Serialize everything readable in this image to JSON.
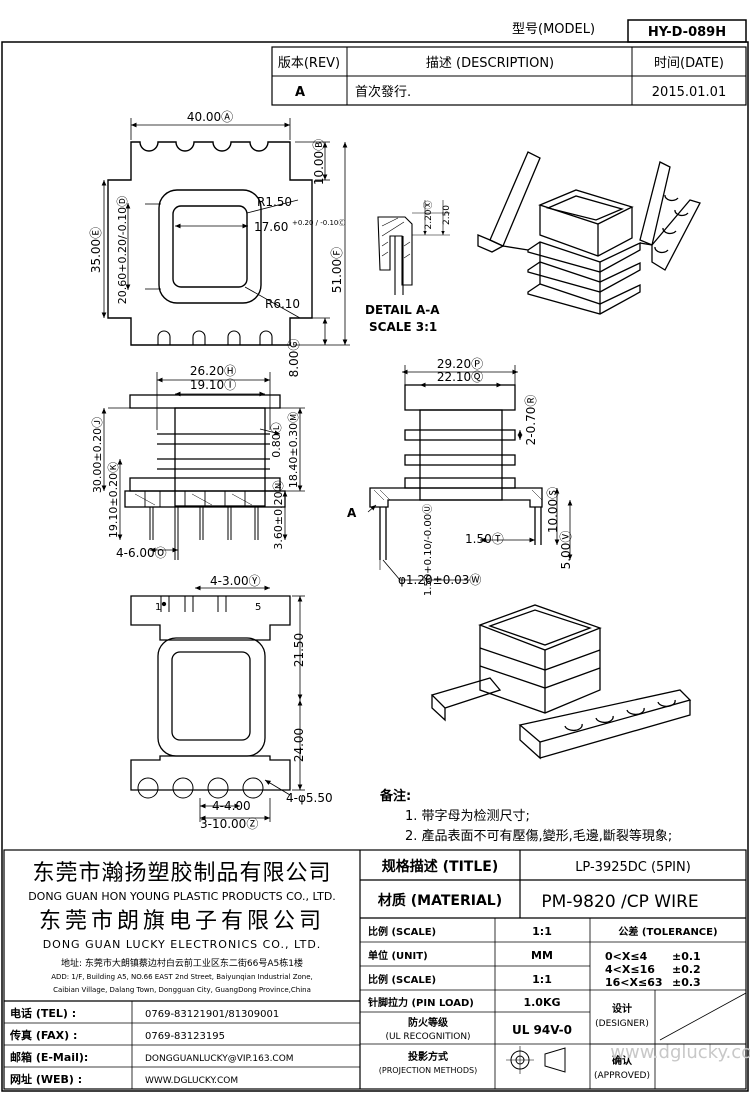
{
  "header": {
    "model_label": "型号(MODEL)",
    "model_value": "HY-D-089H",
    "rev_label": "版本(REV)",
    "desc_label": "描述 (DESCRIPTION)",
    "date_label": "时间(DATE)",
    "rev_value": "A",
    "desc_value": "首次發行.",
    "date_value": "2015.01.01"
  },
  "dims": {
    "d1": "40.00Ⓐ",
    "d2": "10.00Ⓑ",
    "d3": "R1.50",
    "d4": "17.60",
    "d4tol": "+0.20 / -0.10Ⓒ",
    "d5": "20.60+0.20/-0.10Ⓓ",
    "d6": "35.00Ⓔ",
    "d7": "51.00Ⓕ",
    "d8": "R6.10",
    "d9": "8.00Ⓖ",
    "d10": "26.20Ⓗ",
    "d11": "19.10Ⓘ",
    "d12": "30.00±0.20Ⓙ",
    "d13": "19.10±0.20Ⓚ",
    "d14": "0.80Ⓛ",
    "d15": "18.40±0.30Ⓜ",
    "d16": "3.60±0.20Ⓝ",
    "d17": "4-6.00Ⓞ",
    "d18": "29.20Ⓟ",
    "d19": "22.10Ⓠ",
    "d20": "2-0.70Ⓡ",
    "d21": "10.00Ⓢ",
    "d22": "1.50Ⓣ",
    "d23": "1.50+0.10/-0.00Ⓤ",
    "d24": "5.00Ⓥ",
    "d25": "φ1.20±0.03Ⓦ",
    "d26": "2.20Ⓧ",
    "d27": "2.50",
    "d28": "4-3.00Ⓨ",
    "d29": "21.50",
    "d30": "24.00",
    "d31": "4-φ5.50",
    "d32": "4-4.00",
    "d33": "3-10.00Ⓩ",
    "detail1": "DETAIL A-A",
    "detail2": "SCALE 3:1",
    "a_mark": "A",
    "pin1": "1",
    "pin5": "5"
  },
  "notes": {
    "title": "备注:",
    "line1": "1. 带字母为检测尺寸;",
    "line2": "2. 產品表面不可有壓傷,變形,毛邊,斷裂等現象;"
  },
  "company": {
    "name1_cn": "东莞市瀚扬塑胶制品有限公司",
    "name1_en": "DONG GUAN HON YOUNG PLASTIC PRODUCTS CO., LTD.",
    "name2_cn": "东莞市朗旗电子有限公司",
    "name2_en": "DONG GUAN LUCKY ELECTRONICS CO., LTD.",
    "addr_cn": "地址: 东莞市大朗镇蔡边村白云前工业区东二街66号A5栋1楼",
    "addr_en1": "ADD: 1/F, Building A5, NO.66 EAST 2nd Street, Baiyunqian Industrial Zone,",
    "addr_en2": "Caibian Village, Dalang Town, Dongguan City, GuangDong Province,China"
  },
  "contacts": [
    {
      "label": "电话 (TEL) :",
      "value": "0769-83121901/81309001"
    },
    {
      "label": "传真 (FAX) :",
      "value": "0769-83123195"
    },
    {
      "label": "邮箱 (E-Mail):",
      "value": "DONGGUANLUCKY@VIP.163.COM"
    },
    {
      "label": "网址 (WEB) :",
      "value": "WWW.DGLUCKY.COM"
    }
  ],
  "spec": {
    "title_label": "规格描述 (TITLE)",
    "title_value": "LP-3925DC (5PIN)",
    "material_label": "材质 (MATERIAL)",
    "material_value": "PM-9820 /CP WIRE",
    "scale_label": "比例 (SCALE)",
    "scale_value": "1:1",
    "unit_label": "单位 (UNIT)",
    "unit_value": "MM",
    "scale2_label": "比例 (SCALE)",
    "scale2_value": "1:1",
    "pinload_label": "针脚拉力 (PIN LOAD)",
    "pinload_value": "1.0KG",
    "ul_label1": "防火等级",
    "ul_label2": "(UL RECOGNITION)",
    "ul_value": "UL 94V-0",
    "proj_label1": "投影方式",
    "proj_label2": "(PROJECTION METHODS)",
    "tol_title": "公差 (TOLERANCE)",
    "tol1_range": "0<X≤4",
    "tol1_val": "±0.1",
    "tol2_range": "4<X≤16",
    "tol2_val": "±0.2",
    "tol3_range": "16<X≤63",
    "tol3_val": "±0.3",
    "designer1": "设计",
    "designer2": "(DESIGNER)",
    "approved1": "确认",
    "approved2": "(APPROVED)"
  },
  "watermark": "www.dglucky.com"
}
